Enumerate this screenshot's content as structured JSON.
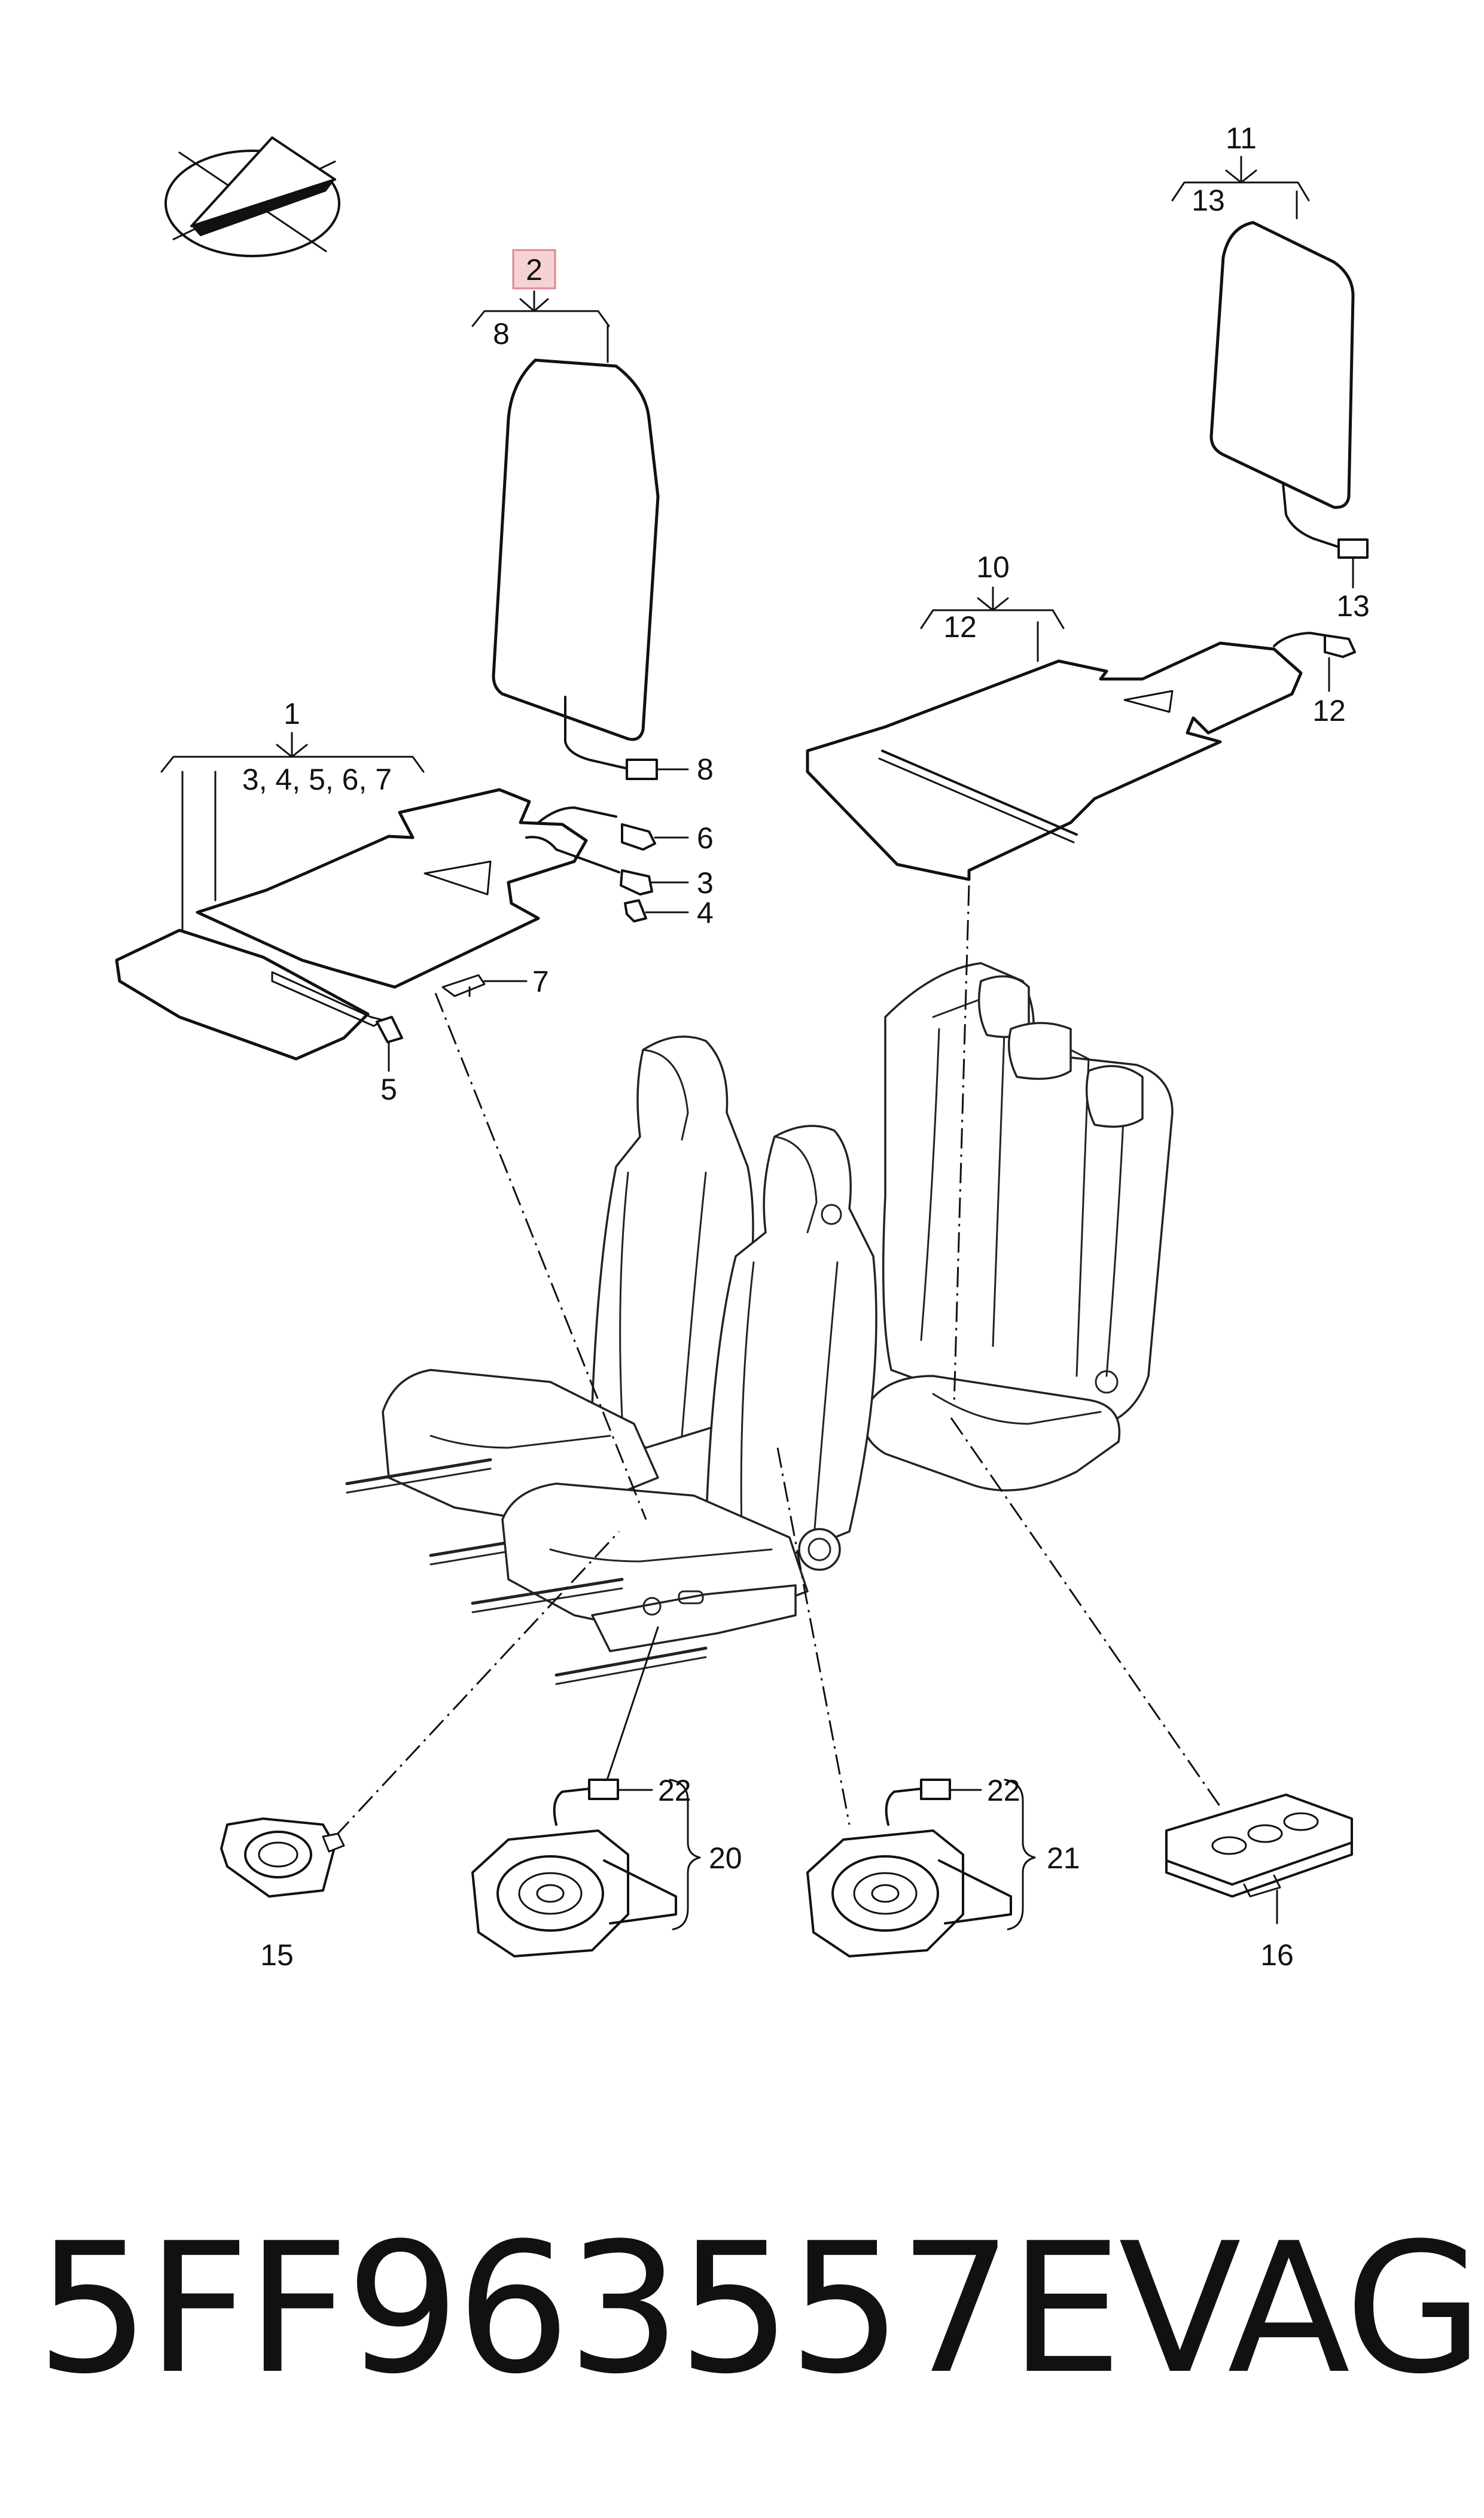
{
  "labels": {
    "c1": "1",
    "c1_sub": "3, 4, 5, 6, 7",
    "c2": "2",
    "c2_sub": "8",
    "c10": "10",
    "c10_sub": "12",
    "c11": "11",
    "c11_sub": "13",
    "p3": "3",
    "p4": "4",
    "p5": "5",
    "p6": "6",
    "p7": "7",
    "p8": "8",
    "p12": "12",
    "p13": "13",
    "p15": "15",
    "p16": "16",
    "p20": "20",
    "p21": "21",
    "p22a": "22",
    "p22b": "22"
  },
  "highlight_color": "#f6d2d4",
  "footer": {
    "part_number": "5FF963557E",
    "brand": "VAG"
  }
}
